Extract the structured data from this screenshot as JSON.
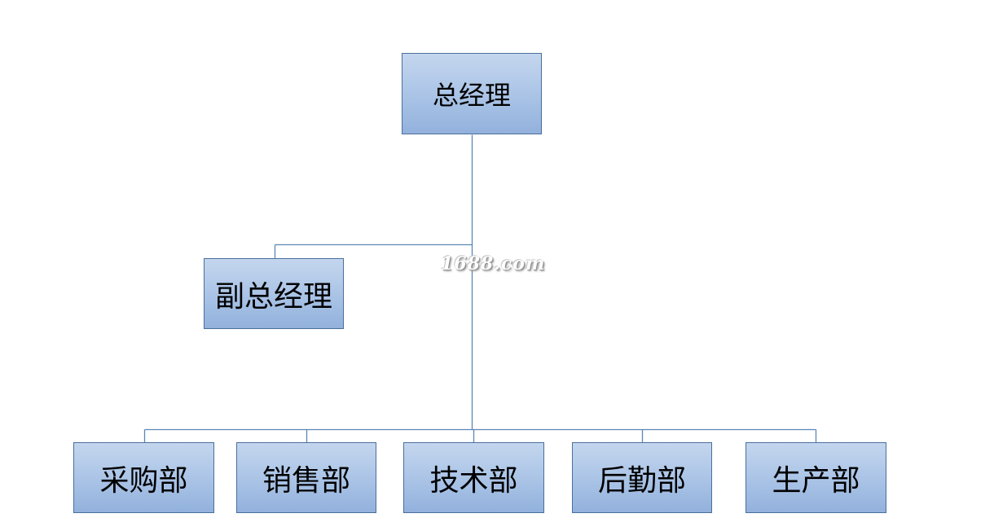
{
  "diagram": {
    "root": {
      "id": "gm",
      "label": "总经理"
    },
    "assistant": {
      "id": "dgm",
      "label": "副总经理"
    },
    "departments": [
      {
        "id": "purchasing",
        "label": "采购部"
      },
      {
        "id": "sales",
        "label": "销售部"
      },
      {
        "id": "tech",
        "label": "技术部"
      },
      {
        "id": "logistics",
        "label": "后勤部"
      },
      {
        "id": "production",
        "label": "生产部"
      }
    ],
    "watermark": "1688.com",
    "colors": {
      "node_fill_top": "#c4d6ee",
      "node_fill_bottom": "#92b1dc",
      "node_border": "#4a6f9c",
      "connector": "#5b87b5"
    }
  }
}
